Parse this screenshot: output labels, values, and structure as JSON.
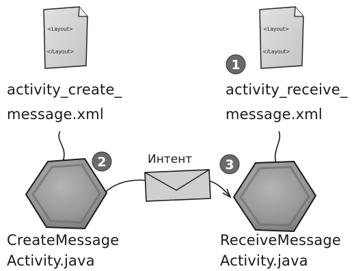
{
  "layouts": {
    "create": {
      "open_tag": "<Layout>",
      "close_tag": "</Layout>",
      "caption_line1": "activity_create_",
      "caption_line2": "message.xml"
    },
    "receive": {
      "open_tag": "<Layout>",
      "close_tag": "</Layout>",
      "caption_line1": "activity_receive_",
      "caption_line2": "message.xml"
    }
  },
  "activities": {
    "create": {
      "caption_line1": "CreateMessage",
      "caption_line2": "Activity.java"
    },
    "receive": {
      "caption_line1": "ReceiveMessage",
      "caption_line2": "Activity.java"
    }
  },
  "intent": {
    "label": "Интент"
  },
  "badges": {
    "one": "1",
    "two": "2",
    "three": "3"
  },
  "colors": {
    "paper": "#d4d4d4",
    "paper_fold": "#eeeeee",
    "hexagon": "#9a9a9a",
    "hexagon_rim": "#6e6e6e",
    "envelope": "#cfcfcf",
    "badge": "#6a6a6a",
    "ink": "#1a1a1a"
  }
}
